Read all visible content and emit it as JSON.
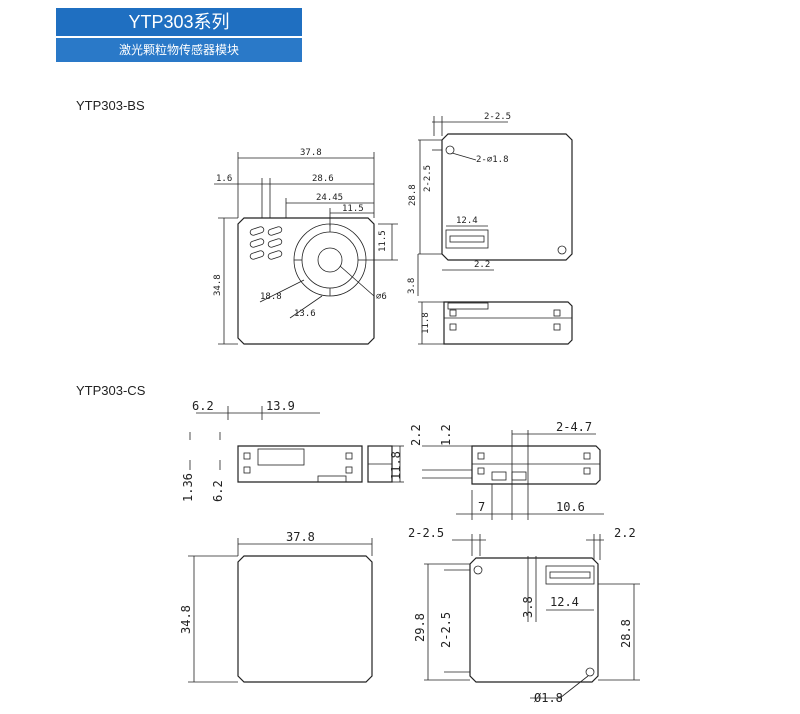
{
  "header": {
    "title": "YTP303系列",
    "subtitle": "激光颗粒物传感器模块",
    "color": "#1f6fc1"
  },
  "sections": {
    "bs": "YTP303-BS",
    "cs": "YTP303-CS"
  },
  "bs_front": {
    "width": "37.8",
    "w1": "1.6",
    "w2": "28.6",
    "w3": "24.45",
    "w4": "11.5",
    "h_right": "11.5",
    "height": "34.8",
    "d1": "18.8",
    "d2": "13.6",
    "hole": "⌀6"
  },
  "bs_back": {
    "top": "2-2.5",
    "hole": "2-⌀1.8",
    "height": "28.8",
    "left": "2-2.5",
    "connector": "12.4",
    "bottom": "2.2",
    "side": "3.8"
  },
  "bs_side": {
    "height": "11.8"
  },
  "cs_top": {
    "a": "6.2",
    "b": "13.9",
    "c": "1.36",
    "d": "6.2"
  },
  "cs_side": {
    "a": "2.2",
    "b": "1.2",
    "c": "11.8",
    "d": "2-4.7",
    "e": "7",
    "f": "10.6"
  },
  "cs_front": {
    "width": "37.8",
    "height": "34.8"
  },
  "cs_back": {
    "tl": "2-2.5",
    "tr": "2.2",
    "c1": "3.8",
    "connector": "12.4",
    "left1": "29.8",
    "left2": "2-2.5",
    "right": "28.8",
    "hole": "Ø1.8"
  }
}
